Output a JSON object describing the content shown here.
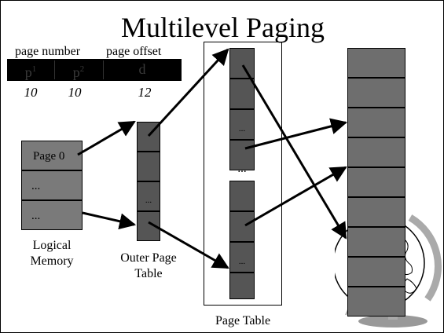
{
  "title": "Multilevel Paging",
  "address": {
    "page_number_label": "page number",
    "page_offset_label": "page offset",
    "fields": [
      {
        "name": "p1",
        "main": "p",
        "sup": "1"
      },
      {
        "name": "p2",
        "main": "p",
        "sup": "2"
      },
      {
        "name": "d",
        "main": "d",
        "sup": ""
      }
    ],
    "bits": [
      "10",
      "10",
      "12"
    ]
  },
  "logical_memory": {
    "cells": [
      "Page 0",
      "...",
      "..."
    ],
    "label_line1": "Logical",
    "label_line2": "Memory"
  },
  "outer_page_table": {
    "cells": [
      "",
      "",
      "...",
      ""
    ],
    "label_line1": "Outer Page",
    "label_line2": "Table"
  },
  "page_table": {
    "upper_cells": [
      "",
      "",
      "...",
      ""
    ],
    "gap_dots": "...",
    "lower_cells": [
      "",
      "",
      "...",
      ""
    ],
    "label": "Page Table"
  },
  "physical_memory": {
    "cell_count": 9
  },
  "colors": {
    "background": "#ffffff",
    "address_bar": "#000000",
    "logical_memory_cell": "#7a7a7a",
    "table_cell": "#555555",
    "physical_memory_cell": "#6e6e6e",
    "arrow": "#000000"
  },
  "decoration": "globe-icon"
}
